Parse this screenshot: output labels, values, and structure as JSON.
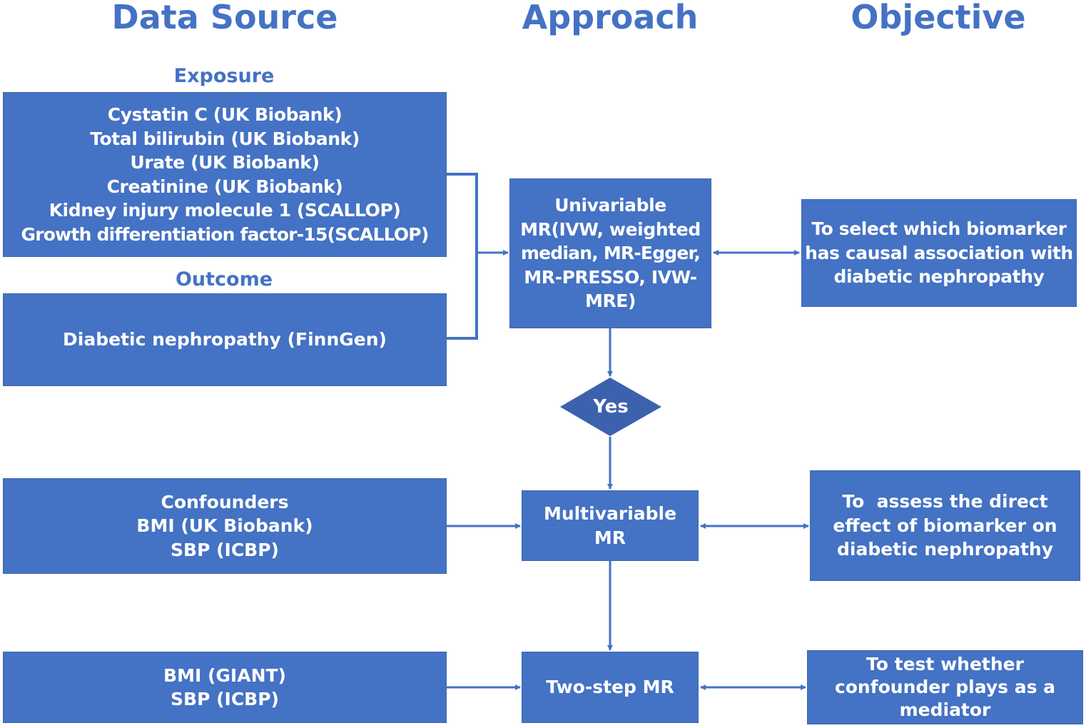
{
  "headings": {
    "data_source": "Data Source",
    "approach": "Approach",
    "objective": "Objective"
  },
  "labels": {
    "exposure": "Exposure",
    "outcome": "Outcome"
  },
  "exposure_items": [
    "Cystatin C (UK Biobank)",
    "Total bilirubin (UK Biobank)",
    "Urate (UK Biobank)",
    "Creatinine (UK Biobank)",
    "Kidney injury molecule 1 (SCALLOP)",
    "Growth differentiation factor-15(SCALLOP)"
  ],
  "outcome_item": "Diabetic nephropathy (FinnGen)",
  "confounders_lines": [
    "Confounders",
    "BMI (UK Biobank)",
    "SBP (ICBP)"
  ],
  "giant_lines": [
    "BMI (GIANT)",
    "SBP (ICBP)"
  ],
  "univariable_lines": [
    "Univariable",
    "MR(IVW, weighted",
    "median, MR-Egger,",
    "MR-PRESSO, IVW-",
    "MRE)"
  ],
  "decision": "Yes",
  "multivariable_lines": [
    "Multivariable",
    "MR"
  ],
  "two_step": "Two-step MR",
  "objectives": {
    "univariable_lines": [
      "To select which biomarker",
      "has causal association with",
      "diabetic nephropathy"
    ],
    "multivariable_lines": [
      "To  assess the direct",
      "effect of biomarker on",
      "diabetic nephropathy"
    ],
    "two_step_lines": [
      "To test whether",
      "confounder plays as a",
      "mediator"
    ]
  },
  "colors": {
    "box": "#4472c4",
    "diamond": "#3c62ad",
    "text_on_box": "#ffffff"
  }
}
